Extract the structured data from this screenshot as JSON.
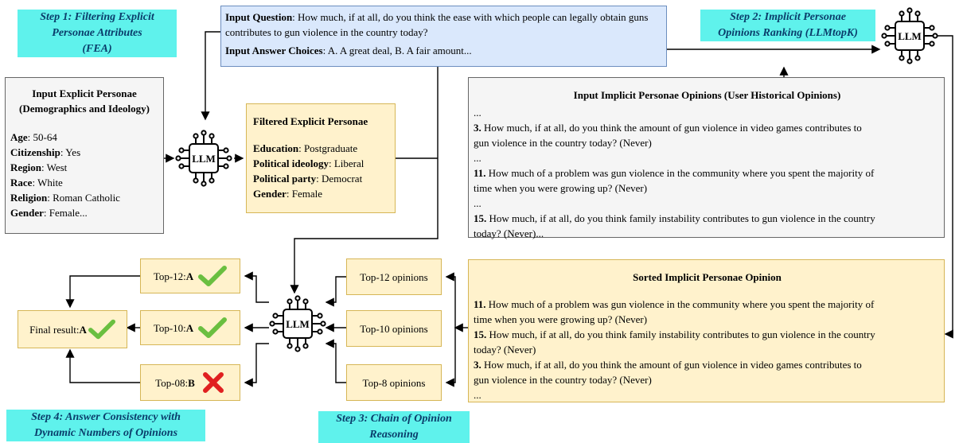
{
  "steps": {
    "step1": [
      "Step 1:  Filtering Explicit",
      "Personae Attributes",
      "(FEA)"
    ],
    "step2": [
      "Step 2: Implicit Personae",
      "Opinions Ranking (LLMtopK)"
    ],
    "step3": [
      "Step 3: Chain of Opinion",
      "Reasoning"
    ],
    "step4": [
      "Step 4: Answer Consistency with",
      "Dynamic Numbers of Opinions"
    ]
  },
  "llm_label": "LLM",
  "input_question": {
    "q_label": "Input Question",
    "q_text": ": How much, if at all, do you think the ease with which people can legally obtain guns contributes to gun violence in the country today?",
    "a_label": "Input Answer Choices",
    "a_text": ": A. A great deal, B. A fair amount..."
  },
  "explicit_personae": {
    "title": [
      "Input Explicit Personae",
      "(Demographics and Ideology)"
    ],
    "attributes": [
      {
        "key": "Age",
        "value": ": 50-64"
      },
      {
        "key": "Citizenship",
        "value": ": Yes"
      },
      {
        "key": "Region",
        "value": ": West"
      },
      {
        "key": "Race",
        "value": ": White"
      },
      {
        "key": "Religion",
        "value": ": Roman Catholic"
      },
      {
        "key": "Gender",
        "value": ": Female..."
      }
    ]
  },
  "filtered_personae": {
    "title": "Filtered Explicit Personae",
    "attributes": [
      {
        "key": "Education",
        "value": ": Postgraduate"
      },
      {
        "key": "Political ideology",
        "value": ": Liberal"
      },
      {
        "key": "Political party",
        "value": ": Democrat"
      },
      {
        "key": "Gender",
        "value": ": Female"
      }
    ]
  },
  "implicit_opinions": {
    "title": "Input Implicit Personae Opinions (User Historical Opinions)",
    "lines": [
      {
        "num": "",
        "text": "..."
      },
      {
        "num": "3.",
        "text": " How much, if at all, do you think the amount of gun violence in video games contributes to"
      },
      {
        "num": "",
        "text": "gun violence in the country today? (Never)"
      },
      {
        "num": "",
        "text": "..."
      },
      {
        "num": "11.",
        "text": " How much of a problem was gun violence in the community where you spent the majority of"
      },
      {
        "num": "",
        "text": "time when you were growing up? (Never)"
      },
      {
        "num": "",
        "text": "..."
      },
      {
        "num": "15.",
        "text": " How much, if at all, do you think family instability contributes to gun violence in the country"
      },
      {
        "num": "",
        "text": "today? (Never)..."
      }
    ]
  },
  "sorted_opinions": {
    "title": "Sorted Implicit Personae Opinion",
    "lines": [
      {
        "num": "11.",
        "text": " How much of a problem was gun violence in the community where you spent the majority of"
      },
      {
        "num": "",
        "text": "time when you were growing up? (Never)"
      },
      {
        "num": "15.",
        "text": " How much, if at all, do you think family instability contributes to gun violence in the country"
      },
      {
        "num": "",
        "text": "today? (Never)"
      },
      {
        "num": "3.",
        "text": " How much, if at all, do you think the amount of gun violence in video games contributes to"
      },
      {
        "num": "",
        "text": "gun violence in the country today? (Never)"
      },
      {
        "num": "",
        "text": "..."
      }
    ]
  },
  "opinion_sets": [
    "Top-12 opinions",
    "Top-10 opinions",
    "Top-8 opinions"
  ],
  "answers": [
    {
      "label": "Top-12: ",
      "answer": "A",
      "mark": "check"
    },
    {
      "label": "Top-10: ",
      "answer": "A",
      "mark": "check"
    },
    {
      "label": "Top-08: ",
      "answer": "B",
      "mark": "cross"
    }
  ],
  "final": {
    "label": "Final result: ",
    "answer": "A",
    "mark": "check"
  },
  "colors": {
    "step_highlight": "#5ff2ec",
    "yellow_fill": "#fff2cc",
    "blue_fill": "#dae8fc",
    "gray_fill": "#f5f5f5",
    "check": "#6abf40",
    "cross": "#e02020"
  }
}
